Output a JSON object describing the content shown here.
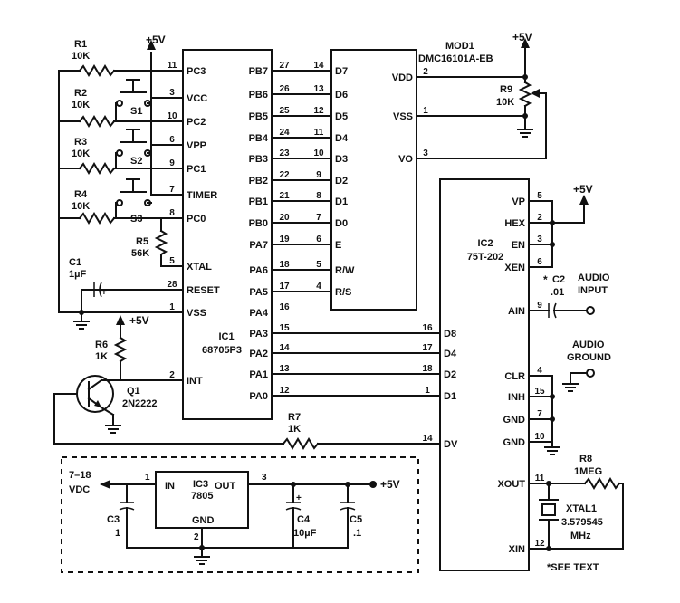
{
  "supply": "+5V",
  "ic1": {
    "ref": "IC1",
    "part": "68705P3",
    "left_pins": [
      {
        "num": "11",
        "name": "PC3"
      },
      {
        "num": "3",
        "name": "VCC"
      },
      {
        "num": "10",
        "name": "PC2"
      },
      {
        "num": "6",
        "name": "VPP"
      },
      {
        "num": "9",
        "name": "PC1"
      },
      {
        "num": "7",
        "name": "TIMER"
      },
      {
        "num": "8",
        "name": "PC0"
      },
      {
        "num": "5",
        "name": "XTAL"
      },
      {
        "num": "28",
        "name": "RESET"
      },
      {
        "num": "1",
        "name": "VSS"
      },
      {
        "num": "2",
        "name": "INT"
      }
    ],
    "right_pins": [
      {
        "num": "27",
        "name": "PB7"
      },
      {
        "num": "26",
        "name": "PB6"
      },
      {
        "num": "25",
        "name": "PB5"
      },
      {
        "num": "24",
        "name": "PB4"
      },
      {
        "num": "23",
        "name": "PB3"
      },
      {
        "num": "22",
        "name": "PB2"
      },
      {
        "num": "21",
        "name": "PB1"
      },
      {
        "num": "20",
        "name": "PB0"
      },
      {
        "num": "19",
        "name": "PA7"
      },
      {
        "num": "18",
        "name": "PA6"
      },
      {
        "num": "17",
        "name": "PA5"
      },
      {
        "num": "16",
        "name": "PA4"
      },
      {
        "num": "15",
        "name": "PA3"
      },
      {
        "num": "14",
        "name": "PA2"
      },
      {
        "num": "13",
        "name": "PA1"
      },
      {
        "num": "12",
        "name": "PA0"
      }
    ]
  },
  "mod1": {
    "ref": "MOD1",
    "part": "DMC16101A-EB",
    "left_pins": [
      {
        "num": "14",
        "name": "D7"
      },
      {
        "num": "13",
        "name": "D6"
      },
      {
        "num": "12",
        "name": "D5"
      },
      {
        "num": "11",
        "name": "D4"
      },
      {
        "num": "10",
        "name": "D3"
      },
      {
        "num": "9",
        "name": "D2"
      },
      {
        "num": "8",
        "name": "D1"
      },
      {
        "num": "7",
        "name": "D0"
      },
      {
        "num": "6",
        "name": "E"
      },
      {
        "num": "5",
        "name": "R/W"
      },
      {
        "num": "4",
        "name": "R/S"
      }
    ],
    "right_pins": [
      {
        "num": "2",
        "name": "VDD"
      },
      {
        "num": "1",
        "name": "VSS"
      },
      {
        "num": "3",
        "name": "VO"
      }
    ]
  },
  "ic2": {
    "ref": "IC2",
    "part": "75T-202",
    "left_pins": [
      {
        "num": "16",
        "name": "D8"
      },
      {
        "num": "17",
        "name": "D4"
      },
      {
        "num": "18",
        "name": "D2"
      },
      {
        "num": "1",
        "name": "D1"
      },
      {
        "num": "14",
        "name": "DV"
      }
    ],
    "right_pins": [
      {
        "num": "5",
        "name": "VP"
      },
      {
        "num": "2",
        "name": "HEX"
      },
      {
        "num": "3",
        "name": "EN"
      },
      {
        "num": "6",
        "name": "XEN"
      },
      {
        "num": "9",
        "name": "AIN"
      },
      {
        "num": "4",
        "name": "CLR"
      },
      {
        "num": "15",
        "name": "INH"
      },
      {
        "num": "7",
        "name": "GND"
      },
      {
        "num": "10",
        "name": "GND"
      },
      {
        "num": "11",
        "name": "XOUT"
      },
      {
        "num": "12",
        "name": "XIN"
      }
    ]
  },
  "ic3": {
    "ref": "IC3",
    "part": "7805",
    "in": "IN",
    "out": "OUT",
    "gnd": "GND",
    "pin_in": "1",
    "pin_out": "3",
    "pin_gnd": "2"
  },
  "resistors": [
    {
      "ref": "R1",
      "value": "10K"
    },
    {
      "ref": "R2",
      "value": "10K"
    },
    {
      "ref": "R3",
      "value": "10K"
    },
    {
      "ref": "R4",
      "value": "10K"
    },
    {
      "ref": "R5",
      "value": "56K"
    },
    {
      "ref": "R6",
      "value": "1K"
    },
    {
      "ref": "R7",
      "value": "1K"
    },
    {
      "ref": "R8",
      "value": "1MEG"
    },
    {
      "ref": "R9",
      "value": "10K"
    }
  ],
  "capacitors": [
    {
      "ref": "C1",
      "value": "1µF"
    },
    {
      "ref": "C2",
      "value": ".01",
      "mark": "*"
    },
    {
      "ref": "C3",
      "value": "1"
    },
    {
      "ref": "C4",
      "value": "10µF"
    },
    {
      "ref": "C5",
      "value": ".1"
    }
  ],
  "switches": [
    "S1",
    "S2",
    "S3"
  ],
  "transistor": {
    "ref": "Q1",
    "part": "2N2222"
  },
  "crystal": {
    "ref": "XTAL1",
    "freq": "3.579545",
    "unit": "MHz"
  },
  "labels": {
    "audio_input_1": "AUDIO",
    "audio_input_2": "INPUT",
    "audio_ground_1": "AUDIO",
    "audio_ground_2": "GROUND",
    "vdc_input": "7–18",
    "vdc_unit": "VDC",
    "see_text": "*SEE TEXT"
  }
}
